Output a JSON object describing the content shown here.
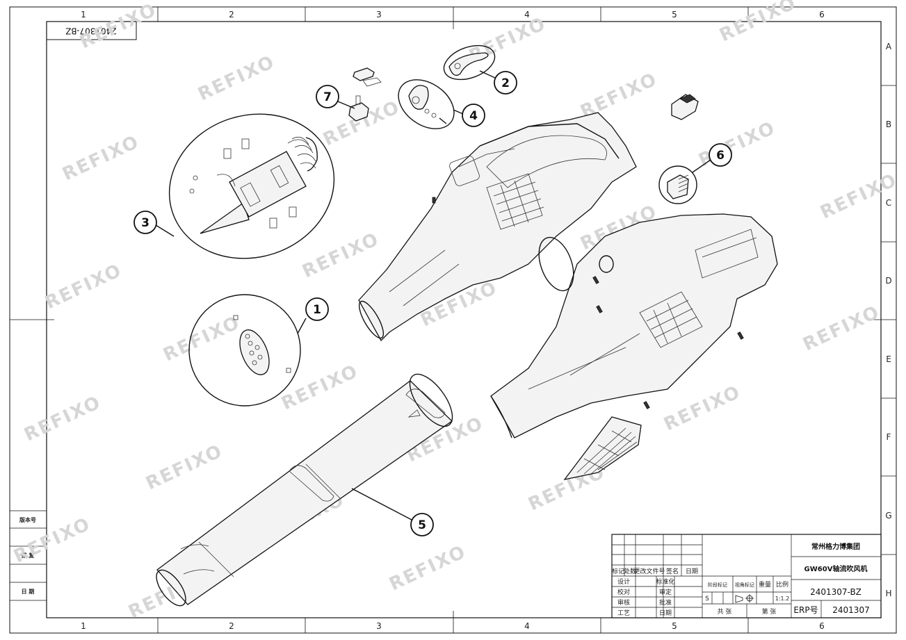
{
  "drawing": {
    "corner_code": "2401307-BZ",
    "watermark_text": "REFIXO",
    "column_labels": [
      "1",
      "2",
      "3",
      "4",
      "5",
      "6"
    ],
    "row_labels": [
      "A",
      "B",
      "C",
      "D",
      "E",
      "F",
      "G",
      "H"
    ],
    "side_labels": [
      "版本号",
      "描 复",
      "日 期"
    ]
  },
  "callouts": [
    "1",
    "2",
    "3",
    "4",
    "5",
    "6",
    "7"
  ],
  "title_block": {
    "company": "常州格力博集团",
    "product": "GW60V轴流吹风机",
    "drawing_no": "2401307-BZ",
    "erp_label": "ERP号",
    "erp_value": "2401307",
    "rev_headers": [
      "标记",
      "处数",
      "更改文件号",
      "签名",
      "日期"
    ],
    "roles_left": [
      "设计",
      "校对",
      "审核",
      "工艺"
    ],
    "roles_mid": [
      "标准化",
      "审定",
      "批准",
      "日期"
    ],
    "stage_label": "阶段标记",
    "view_label": "视角标记",
    "weight_label": "重量",
    "scale_label": "比例",
    "stage_value": "S",
    "scale_value": "1:1.2",
    "total_sheets": "共 张",
    "sheet_no": "第 张"
  }
}
